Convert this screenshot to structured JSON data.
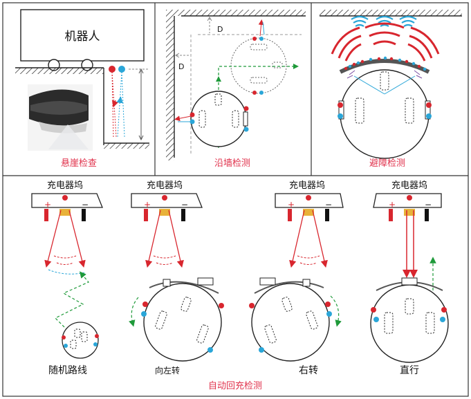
{
  "panels": {
    "cliff": {
      "robot_label": "机器人",
      "caption": "悬崖检查"
    },
    "wall": {
      "distance_label_top": "D",
      "distance_label_side": "D",
      "caption": "沿墙检测"
    },
    "obstacle": {
      "caption": "避障检测"
    }
  },
  "docking": {
    "dock_label": "充电器坞",
    "plus": "+",
    "minus": "−",
    "modes": [
      {
        "label": "随机路线"
      },
      {
        "label": "向左转"
      },
      {
        "label": "右转"
      },
      {
        "label": "直行"
      }
    ],
    "caption": "自动回充检测"
  },
  "colors": {
    "caption": "#e0314b",
    "ir_red": "#d8262e",
    "sensor_blue": "#2aa6d8",
    "path_green": "#1f9a3a",
    "wave_blue": "#2aa6d8"
  }
}
